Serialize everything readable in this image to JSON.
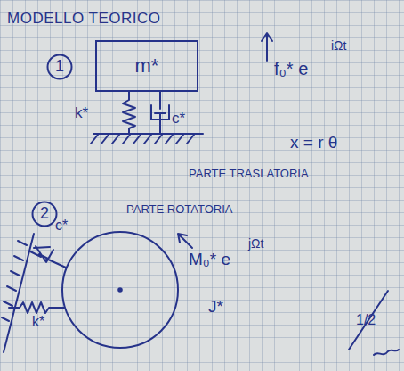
{
  "diagram": {
    "title": "MODELLO TEORICO",
    "nodes": [
      {
        "text": [
          "1"
        ]
      },
      {
        "text": [
          "m*"
        ]
      },
      {
        "text": [
          "2"
        ]
      }
    ],
    "labels": [
      "k*",
      "c*",
      "f₀* e",
      "iΩt",
      "x = r θ",
      "PARTE TRASLATORIA",
      "PARTE ROTATORIA",
      "c*",
      "k*",
      "M₀* e",
      "jΩt",
      "J*",
      "1/2"
    ]
  }
}
